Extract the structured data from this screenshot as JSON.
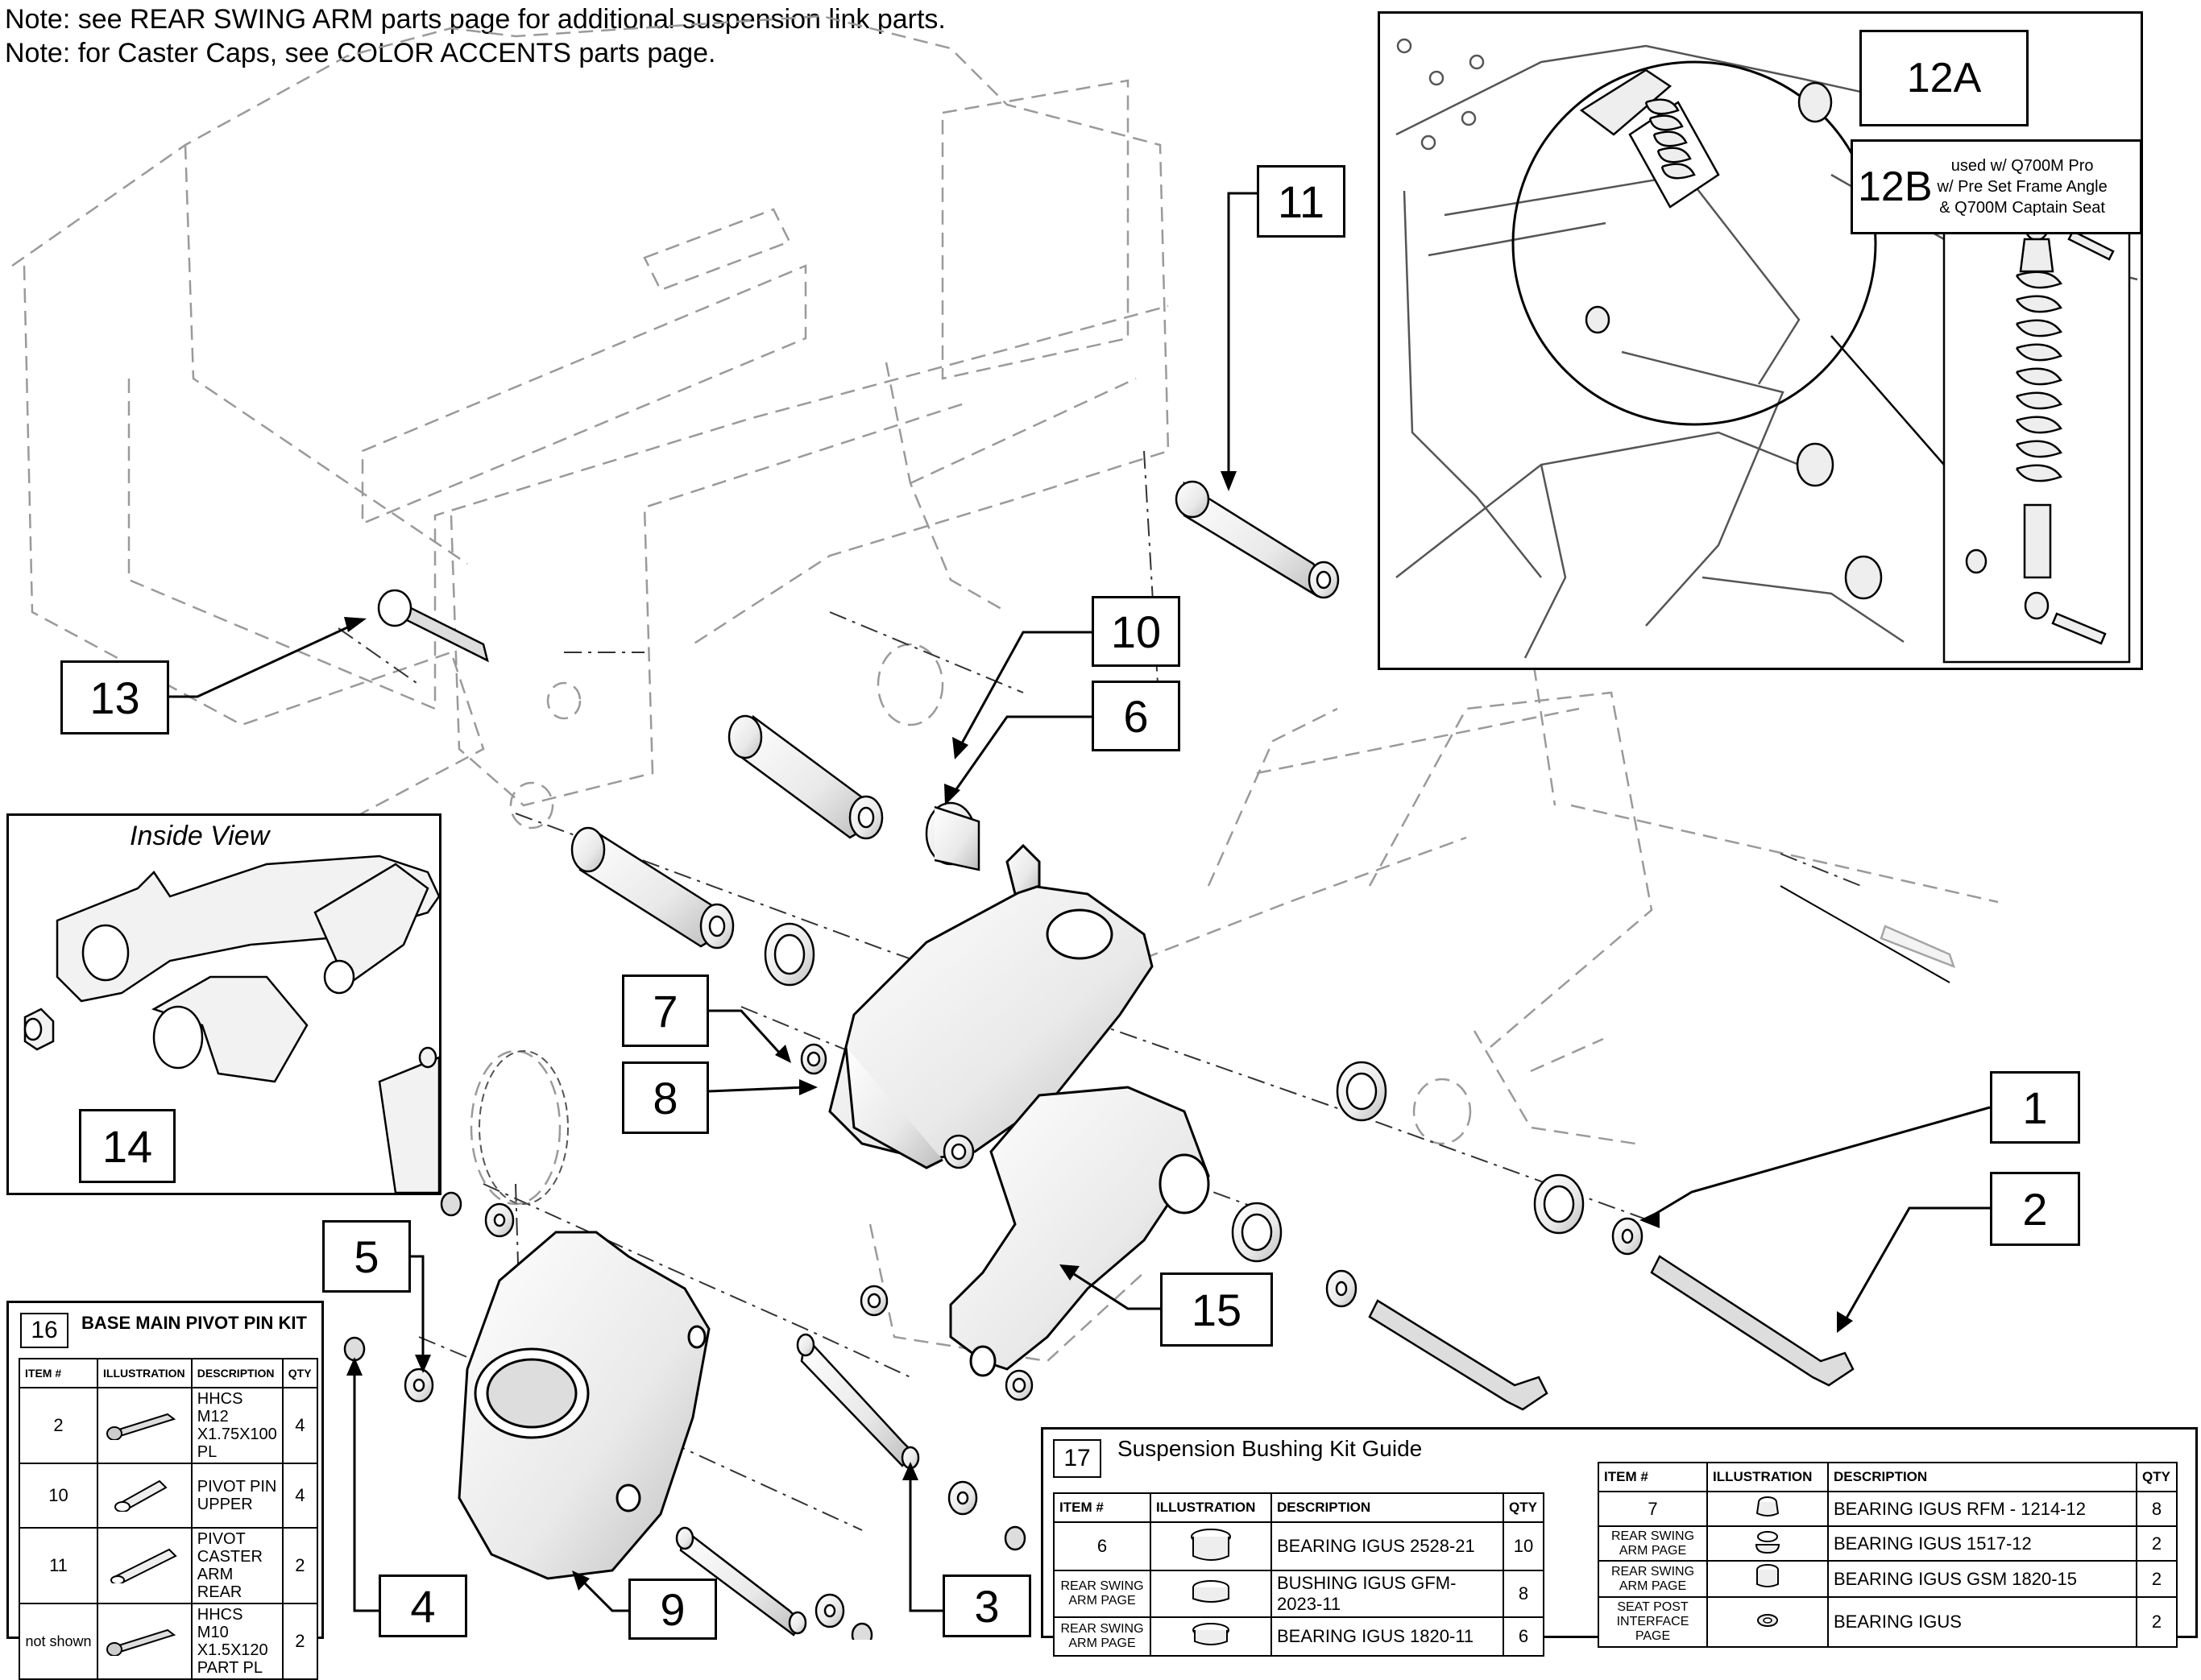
{
  "notes": [
    "Note: see REAR SWING ARM parts page for additional suspension link parts.",
    "Note: for Caster Caps, see COLOR ACCENTS parts page."
  ],
  "callouts": {
    "c1": "1",
    "c2": "2",
    "c3": "3",
    "c4": "4",
    "c5": "5",
    "c6": "6",
    "c7": "7",
    "c8": "8",
    "c9": "9",
    "c10": "10",
    "c11": "11",
    "c13": "13",
    "c14": "14",
    "c15": "15"
  },
  "detail": {
    "label_12a": "12A",
    "label_12b": "12B",
    "note_12b": [
      "used w/ Q700M Pro",
      "w/ Pre Set Frame Angle",
      "& Q700M Captain Seat"
    ]
  },
  "inside_view": {
    "title": "Inside View"
  },
  "kit16": {
    "number": "16",
    "title": "BASE MAIN PIVOT PIN KIT",
    "headers": [
      "ITEM #",
      "ILLUSTRATION",
      "DESCRIPTION",
      "QTY"
    ],
    "rows": [
      {
        "item": "2",
        "desc": "HHCS M12 X1.75X100 PL",
        "qty": "4",
        "icon": "bolt-long-icon"
      },
      {
        "item": "10",
        "desc": "PIVOT PIN UPPER",
        "qty": "4",
        "icon": "pin-short-icon"
      },
      {
        "item": "11",
        "desc": "PIVOT CASTER ARM REAR",
        "qty": "2",
        "icon": "pin-long-icon"
      },
      {
        "item": "not shown",
        "desc": "HHCS M10 X1.5X120 PART PL",
        "qty": "2",
        "icon": "bolt-long-icon"
      }
    ]
  },
  "kit17": {
    "number": "17",
    "title": "Suspension Bushing Kit Guide",
    "headers": [
      "ITEM #",
      "ILLUSTRATION",
      "DESCRIPTION",
      "QTY"
    ],
    "left_rows": [
      {
        "item": "6",
        "desc": "BEARING IGUS 2528-21",
        "qty": "10"
      },
      {
        "item": "REAR SWING ARM PAGE",
        "desc": "BUSHING IGUS GFM-2023-11",
        "qty": "8"
      },
      {
        "item": "REAR SWING ARM PAGE",
        "desc": "BEARING IGUS 1820-11",
        "qty": "6"
      }
    ],
    "right_rows": [
      {
        "item": "7",
        "desc": "BEARING IGUS RFM - 1214-12",
        "qty": "8"
      },
      {
        "item": "REAR SWING ARM PAGE",
        "desc": "BEARING IGUS 1517-12",
        "qty": "2"
      },
      {
        "item": "REAR SWING ARM PAGE",
        "desc": "BEARING IGUS GSM 1820-15",
        "qty": "2"
      },
      {
        "item": "SEAT POST INTERFACE PAGE",
        "desc": "BEARING IGUS",
        "qty": "2"
      }
    ]
  }
}
